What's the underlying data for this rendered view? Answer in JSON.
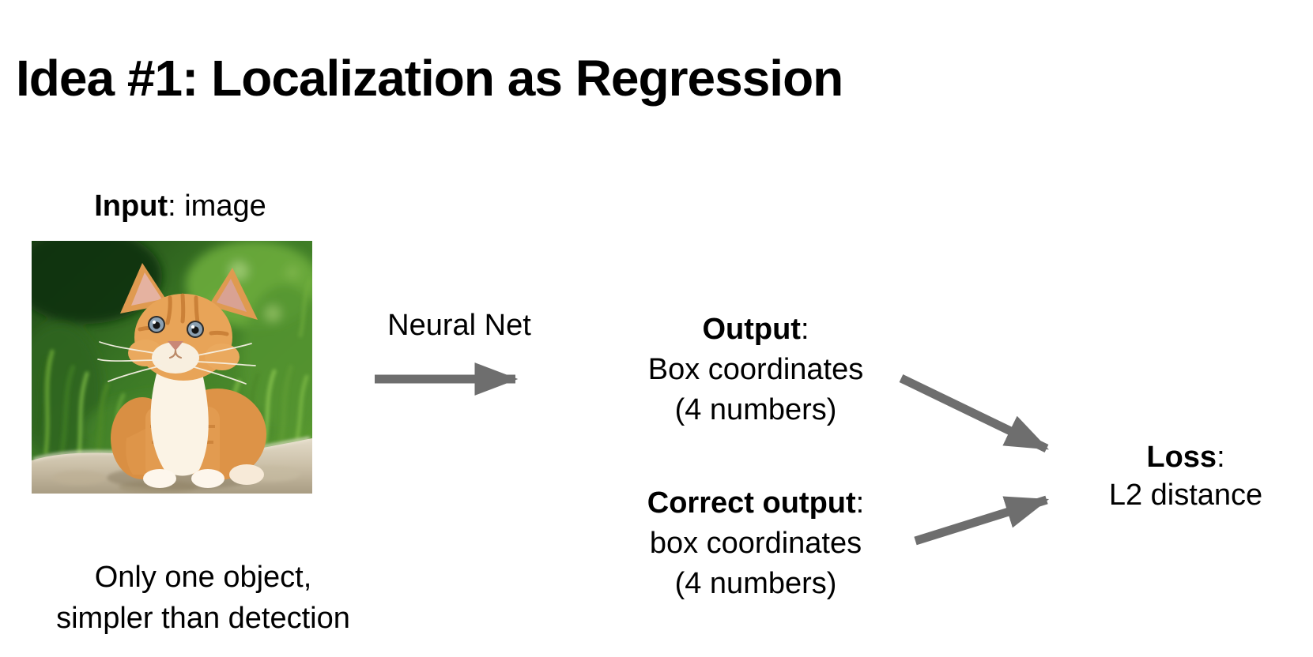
{
  "title": "Idea #1: Localization as Regression",
  "input": {
    "label_bold": "Input",
    "label_rest": ": image",
    "caption_line1": "Only one object,",
    "caption_line2": "simpler than detection"
  },
  "neural_net": {
    "label": "Neural Net"
  },
  "output": {
    "heading_bold": "Output",
    "heading_rest": ":",
    "line2": "Box coordinates",
    "line3": "(4 numbers)"
  },
  "correct_output": {
    "heading_bold": "Correct output",
    "heading_rest": ":",
    "line2": "box coordinates",
    "line3": "(4 numbers)"
  },
  "loss": {
    "heading_bold": "Loss",
    "heading_rest": ":",
    "line2": "L2 distance"
  },
  "icons": {
    "cat_photo": "kitten-photo",
    "arrow_right": "right-arrow",
    "arrow_output_to_loss": "down-right-arrow",
    "arrow_correct_to_loss": "up-right-arrow"
  },
  "colors": {
    "background": "#ffffff",
    "text": "#000000",
    "arrow": "#6e6e6e"
  }
}
